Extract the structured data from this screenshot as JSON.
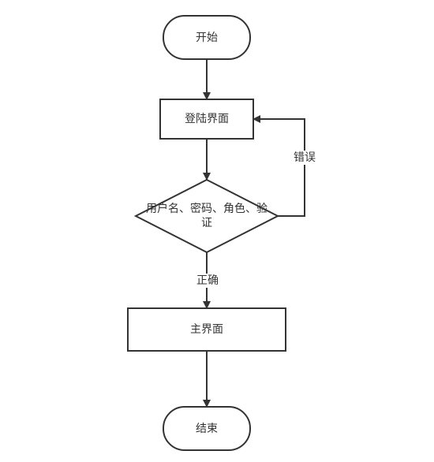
{
  "diagram": {
    "nodes": {
      "start": "开始",
      "login": "登陆界面",
      "verify": "用户名、密码、角色、验\n证",
      "main": "主界面",
      "end": "结束"
    },
    "edges": {
      "error": "错误",
      "correct": "正确"
    },
    "colors": {
      "stroke": "#333333",
      "fill": "#ffffff",
      "text": "#333333"
    }
  }
}
